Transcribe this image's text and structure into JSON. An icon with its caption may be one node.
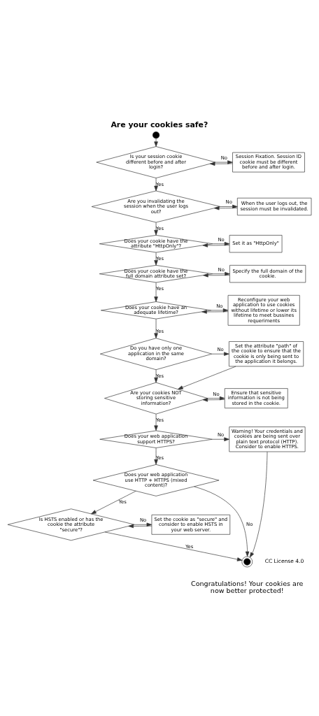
{
  "diagram": {
    "title": "Are your cookies safe?",
    "caption": "Congratulations! Your cookies are now better protected!",
    "nodes": [
      {
        "text": [],
        "shape": "circle"
      },
      {
        "text": [
          "Is your session cookie different before and after login?"
        ]
      },
      {
        "text": [
          "Session Fixation. Session ID cookie must be different before and after login."
        ]
      },
      {
        "text": [
          "Are you invalidating the session when the user logs out?"
        ]
      },
      {
        "text": [
          "When the user logs out, the session must be invalidated."
        ]
      },
      {
        "text": [
          "Does your cookie have the attribute \"HttpOnly\"?"
        ]
      },
      {
        "text": [
          "Set it as \"HttpOnly\""
        ]
      },
      {
        "text": [
          "Does your cookie have the full domain attribute set?"
        ]
      },
      {
        "text": [
          "Specify the full domain of the cookie."
        ]
      },
      {
        "text": [
          "Does your cookie have an adequate lifetime?"
        ]
      },
      {
        "text": [
          "Reconfigure your web application to use cookies without lifetime or lower its lifetime to meet bussines requeriments"
        ]
      },
      {
        "text": [
          "Do you have only one application in the same domain?"
        ]
      },
      {
        "text": [
          "Set the attribute \"path\" of the cookie to ensure that the cookie is only being sent to the application it belongs."
        ]
      },
      {
        "text": [
          "Are your cookies NOT storing sensitive information?"
        ]
      },
      {
        "text": [
          "Ensure that sensitive information is not being stored in the cookie."
        ]
      },
      {
        "text": [
          "Does your web application support HTTPS?"
        ]
      },
      {
        "text": [
          "Warning! Your credentials and cookies are being sent over plain text protocol (HTTP). Consider to enable HTTPS."
        ]
      },
      {
        "text": [
          "Does your web application use HTTP + HTTPS (mixed content)?"
        ]
      },
      {
        "text": [
          "Is HSTS enabled or has the cookie the attribute \"secure\"?"
        ]
      },
      {
        "text": [
          "Set the cookie as \"secure\" and consider to enable HSTS in your web server."
        ]
      },
      {
        "text": [],
        "shape": "circle"
      }
    ],
    "edges": [
      {
        "from": 0,
        "to": 1,
        "arrow": "to"
      },
      {
        "from": 1,
        "to": 2,
        "label": "No",
        "arrow": "to"
      },
      {
        "from": 2,
        "to": 1,
        "arrow": "to"
      },
      {
        "from": 1,
        "to": 3,
        "label": "Yes",
        "arrow": "to"
      },
      {
        "from": 3,
        "to": 4,
        "label": "No",
        "arrow": "to"
      },
      {
        "from": 4,
        "to": 3,
        "arrow": "to"
      },
      {
        "from": 3,
        "to": 5,
        "label": "Yes",
        "arrow": "to"
      },
      {
        "from": 5,
        "to": 6,
        "label": "No",
        "arrow": "to"
      },
      {
        "from": 6,
        "to": 5,
        "arrow": "to"
      },
      {
        "from": 5,
        "to": 7,
        "label": "Yes",
        "arrow": "to"
      },
      {
        "from": 7,
        "to": 8,
        "label": "No",
        "arrow": "to"
      },
      {
        "from": 8,
        "to": 7,
        "arrow": "to"
      },
      {
        "from": 7,
        "to": 9,
        "label": "Yes",
        "arrow": "to"
      },
      {
        "from": 9,
        "to": 10,
        "label": "No",
        "arrow": "to"
      },
      {
        "from": 10,
        "to": 9,
        "arrow": "to"
      },
      {
        "from": 9,
        "to": 11,
        "label": "Yes",
        "arrow": "to"
      },
      {
        "from": 11,
        "to": 12,
        "label": "No",
        "arrow": "to"
      },
      {
        "from": 12,
        "to": 13,
        "arrow": "to"
      },
      {
        "from": 11,
        "to": 13,
        "label": "Yes",
        "arrow": "to"
      },
      {
        "from": 13,
        "to": 14,
        "label": "No",
        "arrow": "to"
      },
      {
        "from": 14,
        "to": 13,
        "arrow": "to"
      },
      {
        "from": 13,
        "to": 15,
        "label": "Yes",
        "arrow": "to"
      },
      {
        "from": 15,
        "to": 16,
        "label": "No",
        "arrow": "to"
      },
      {
        "from": 16,
        "to": 20,
        "arrow": "to"
      },
      {
        "from": 15,
        "to": 17,
        "label": "Yes",
        "arrow": "to"
      },
      {
        "from": 17,
        "to": 20,
        "label": "No",
        "arrow": "to"
      },
      {
        "from": 17,
        "to": 18,
        "label": "Yes",
        "arrow": "to"
      },
      {
        "from": 18,
        "to": 19,
        "label": "No",
        "arrow": "to"
      },
      {
        "from": 19,
        "to": 18,
        "arrow": "to"
      },
      {
        "from": 18,
        "to": 20,
        "label": "Yes",
        "arrow": "to"
      }
    ],
    "labels": [
      "CC License 4.0"
    ]
  }
}
